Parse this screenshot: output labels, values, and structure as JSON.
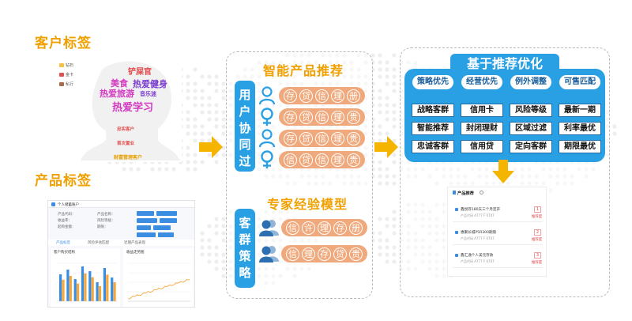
{
  "customer_tags": {
    "title": "客户标签",
    "legend": [
      {
        "label": "钻石",
        "color": "#f6c23e"
      },
      {
        "label": "金卡",
        "color": "#e05050"
      },
      {
        "label": "私行",
        "color": "#a86b4c"
      }
    ],
    "tags": [
      {
        "text": "铲屎官",
        "color": "#e24c4c",
        "size": 11
      },
      {
        "text": "美食",
        "color": "#d23ac0",
        "size": 12
      },
      {
        "text": "热爱健身",
        "color": "#7a3bd1",
        "size": 12
      },
      {
        "text": "热爱旅游",
        "color": "#d23ac0",
        "size": 12
      },
      {
        "text": "音乐迷",
        "color": "#7a3bd1",
        "size": 7
      },
      {
        "text": "热爱学习",
        "color": "#d23ac0",
        "size": 14
      },
      {
        "text": "忠实客户",
        "color": "#e24c4c",
        "size": 6
      },
      {
        "text": "首次置业",
        "color": "#e24c4c",
        "size": 6
      },
      {
        "text": "财富管理客户",
        "color": "#e8a000",
        "size": 7
      }
    ]
  },
  "product_tags": {
    "title": "产品标签",
    "header": "个人储蓄账户",
    "tabs": [
      "产品标签",
      "风险评估匹配",
      "近期产品表现"
    ],
    "fields": [
      "产品代码：",
      "产品名称：",
      "收益率：",
      "风险等级：",
      "起购金额：",
      "期限："
    ],
    "chart_titles": [
      "客户购买结构",
      "收益走势图"
    ]
  },
  "smart_recommend": {
    "title": "智能产品推荐",
    "side_label": "用户协同过滤",
    "rows": [
      {
        "icon": "person",
        "chars": [
          "存",
          "贷",
          "信",
          "理",
          "册"
        ]
      },
      {
        "icon": "female",
        "chars": [
          "存",
          "贷",
          "信",
          "理",
          "贵"
        ]
      },
      {
        "icon": "person",
        "chars": [
          "存",
          "贷",
          "信",
          "理",
          "贵"
        ]
      },
      {
        "icon": "female",
        "chars": [
          "信",
          "贷",
          "信",
          "理",
          "贵"
        ]
      }
    ]
  },
  "expert_model": {
    "title": "专家经验模型",
    "side_label": "客群策略",
    "rows": [
      {
        "chars": [
          "信",
          "许",
          "理",
          "存",
          "册"
        ]
      },
      {
        "chars": [
          "信",
          "理",
          "存",
          "贷",
          "贵"
        ]
      }
    ]
  },
  "optimization": {
    "title": "基于推荐优化",
    "columns": [
      {
        "header": "策略优先",
        "items": [
          "战略客群",
          "智能推荐",
          "忠诚客群"
        ]
      },
      {
        "header": "经营优先",
        "items": [
          "信用卡",
          "封闭理财",
          "信用贷"
        ]
      },
      {
        "header": "例外调整",
        "items": [
          "风险等级",
          "区域过滤",
          "定向客群"
        ]
      },
      {
        "header": "可售匹配",
        "items": [
          "最新一期",
          "利率最优",
          "期限最优"
        ]
      }
    ]
  },
  "recommend_card": {
    "title": "产品推荐",
    "items": [
      {
        "name": "鑫悦存180天三个月定开",
        "sub": "产品代码 A777 F 0707",
        "rank": "1",
        "badge": "推荐度"
      },
      {
        "name": "惠聚长城P5R300期限",
        "sub": "产品代码 A777 F 0707",
        "rank": "2",
        "badge": "推荐度"
      },
      {
        "name": "鑫汇通个人美元存款",
        "sub": "产品代码 A777 F 0707",
        "rank": "3",
        "badge": "推荐度"
      }
    ]
  },
  "colors": {
    "accent_gold": "#f0a000",
    "blue": "#2aa0e4",
    "pill_orange": "#f0a97c",
    "arrow": "#f5b400"
  }
}
